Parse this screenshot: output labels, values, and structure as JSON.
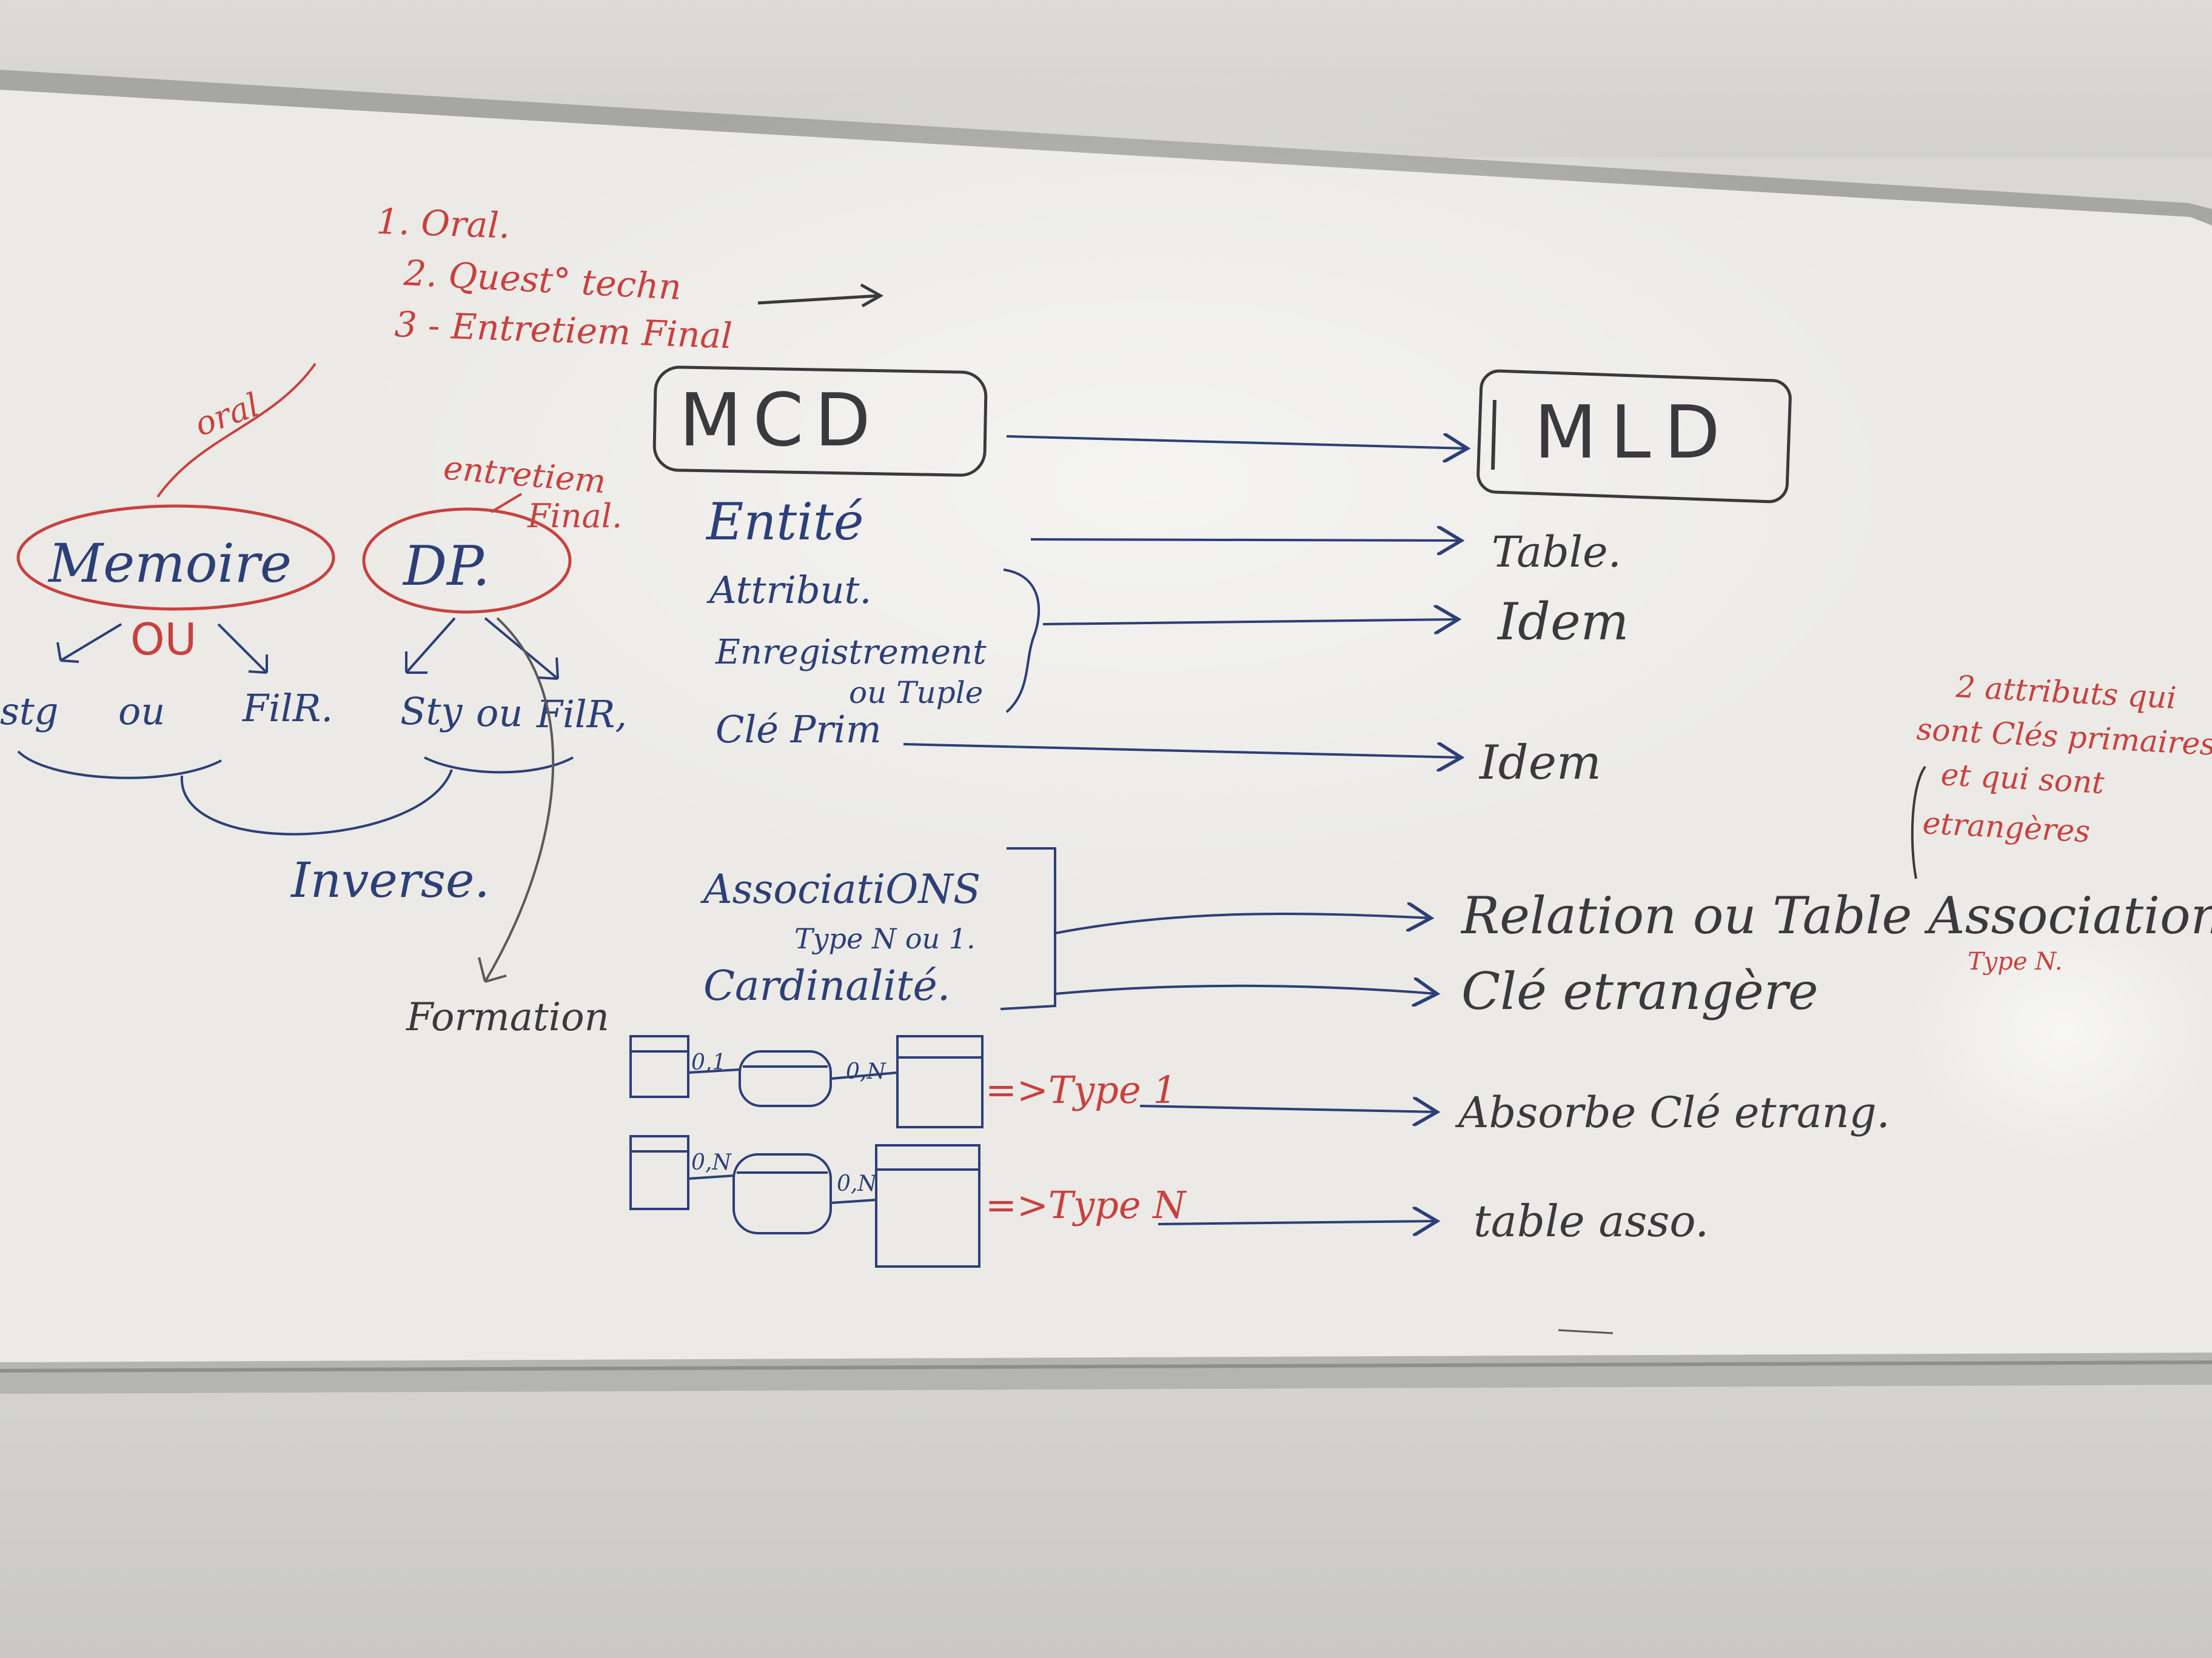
{
  "colors": {
    "ink_blue": "#2c3f78",
    "ink_red": "#c8413f",
    "ink_black": "#3a3a3e",
    "board": "#ecebe8",
    "wall": "#d7d6d2",
    "frame": "#9a9a9a"
  },
  "red_list": {
    "item1": "1. Oral.",
    "item2": "2. Quest° techn",
    "item3": "3 - Entretiem Final"
  },
  "left": {
    "oral": "oral",
    "entretien": "entretiem",
    "final": "Final.",
    "memoire": "Memoire",
    "dp": "DP.",
    "ou_red": "OU",
    "stg": "stg",
    "ou1": "ou",
    "filr1": "FilR.",
    "sty": "Sty",
    "ou2": "ou",
    "filr2": "FilR,",
    "inverse": "Inverse.",
    "formation": "Formation"
  },
  "mcd": {
    "title": "MCD",
    "entite": "Entité",
    "attribut": "Attribut.",
    "enregistrement": "Enregistrement",
    "tuple": "ou Tuple",
    "cle": "Clé Prim",
    "associations": "AssociatiONS",
    "type": "Type N ou 1.",
    "cardinalite": "Cardinalité."
  },
  "mld": {
    "title": "MLD",
    "table": "Table.",
    "idem1": "Idem",
    "idem2": "Idem",
    "relation": "Relation ou Table Associations",
    "type_n_small": "Type N.",
    "cle_etr": "Clé etrangère"
  },
  "note": {
    "line1": "2 attributs qui",
    "line2": "sont Clés primaires",
    "line3": "et qui sont",
    "line4": "etrangères"
  },
  "bottom": {
    "card_a1": "0,1",
    "card_a2": "0,N",
    "type1": "=>Type 1",
    "absorbe": "Absorbe Clé etrang.",
    "card_b1": "0,N",
    "card_b2": "0,N",
    "typen": "=>Type N",
    "table_asso": "table asso."
  }
}
